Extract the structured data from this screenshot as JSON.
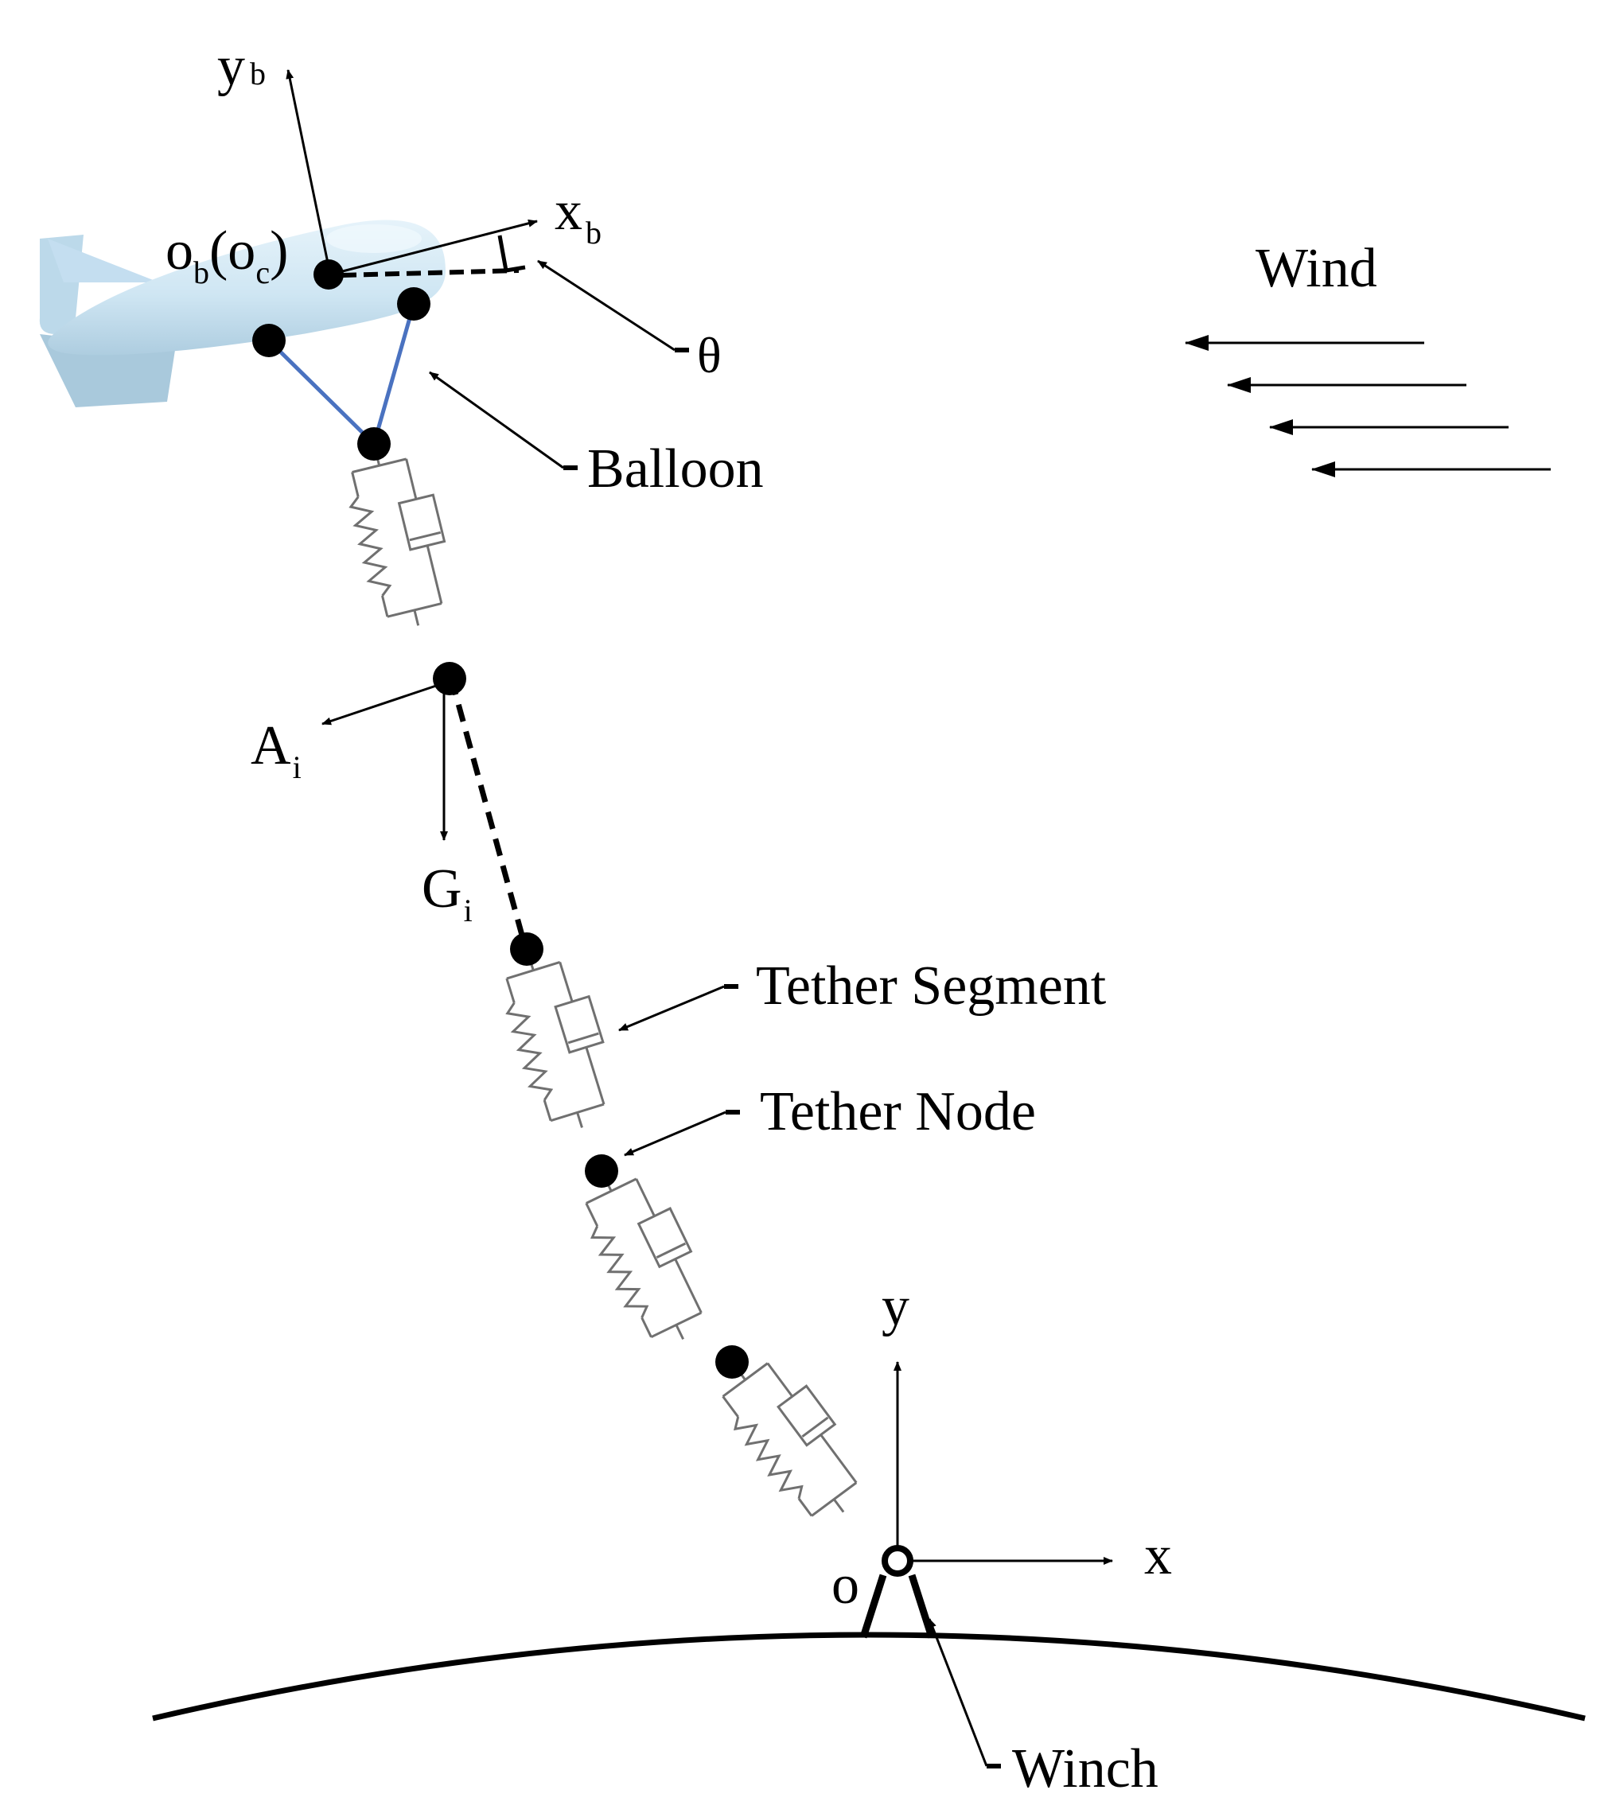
{
  "labels": {
    "yb": "y",
    "yb_sub": "b",
    "xb": "x",
    "xb_sub": "b",
    "origin_b_1": "o",
    "origin_b_sub1": "b",
    "origin_b_2": "(o",
    "origin_b_sub2": "c",
    "origin_b_3": ")",
    "theta": "θ",
    "wind": "Wind",
    "balloon": "Balloon",
    "a": "A",
    "a_sub": "i",
    "g": "G",
    "g_sub": "i",
    "tether_segment": "Tether Segment",
    "tether_node": "Tether Node",
    "y": "y",
    "x": "x",
    "origin": "o",
    "winch": "Winch"
  },
  "colors": {
    "balloon_body": "#cfe6f3",
    "balloon_shade": "#a9c9dc",
    "bridle": "#4a72c0",
    "ink": "#000000",
    "spring": "#707070"
  }
}
